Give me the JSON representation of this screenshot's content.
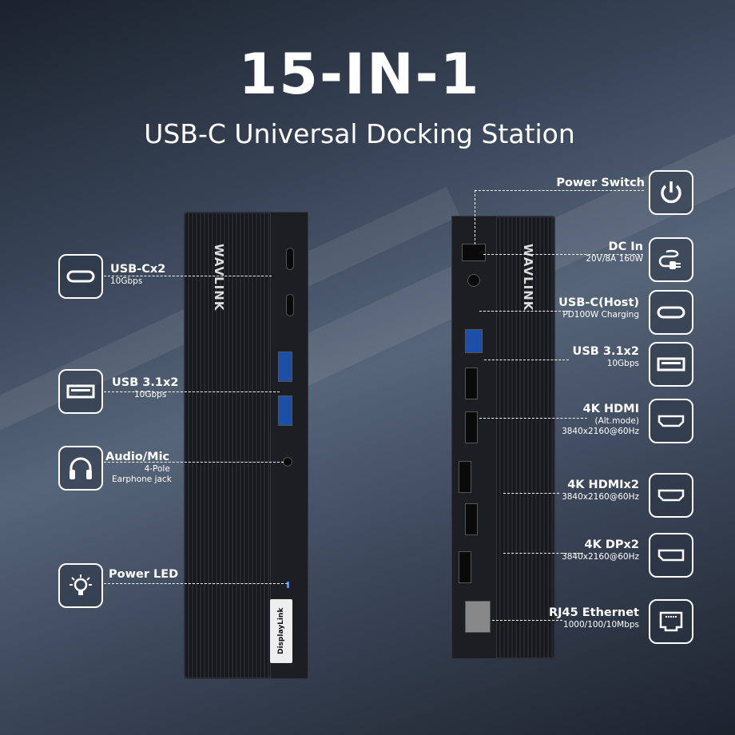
{
  "headline": "15-IN-1",
  "subtitle": "USB-C Universal Docking Station",
  "device": {
    "brand": "WAVLINK",
    "badge": "DisplayLink"
  },
  "left_features": [
    {
      "title": "USB-Cx2",
      "detail": [
        "10Gbps"
      ],
      "icon": "usb-c-icon"
    },
    {
      "title": "USB 3.1x2",
      "detail": [
        "10Gbps"
      ],
      "icon": "usb-a-icon"
    },
    {
      "title": "Audio/Mic",
      "detail": [
        "4-Pole",
        "Earphone jack"
      ],
      "icon": "headphones-icon"
    },
    {
      "title": "Power LED",
      "detail": [],
      "icon": "light-bulb-icon"
    }
  ],
  "right_features": [
    {
      "title": "Power Switch",
      "detail": [],
      "icon": "power-icon"
    },
    {
      "title": "DC In",
      "detail": [
        "20V/8A 160W"
      ],
      "icon": "power-plug-icon"
    },
    {
      "title": "USB-C(Host)",
      "detail": [
        "PD100W Charging"
      ],
      "icon": "usb-c-icon"
    },
    {
      "title": "USB 3.1x2",
      "detail": [
        "10Gbps"
      ],
      "icon": "usb-a-icon"
    },
    {
      "title": "4K HDMI",
      "detail": [
        "(Alt.mode)",
        "3840x2160@60Hz"
      ],
      "icon": "hdmi-icon"
    },
    {
      "title": "4K HDMIx2",
      "detail": [
        "3840x2160@60Hz"
      ],
      "icon": "hdmi-icon"
    },
    {
      "title": "4K DPx2",
      "detail": [
        "3840x2160@60Hz"
      ],
      "icon": "displayport-icon"
    },
    {
      "title": "RJ45 Ethernet",
      "detail": [
        "1000/100/10Mbps"
      ],
      "icon": "ethernet-icon"
    }
  ]
}
